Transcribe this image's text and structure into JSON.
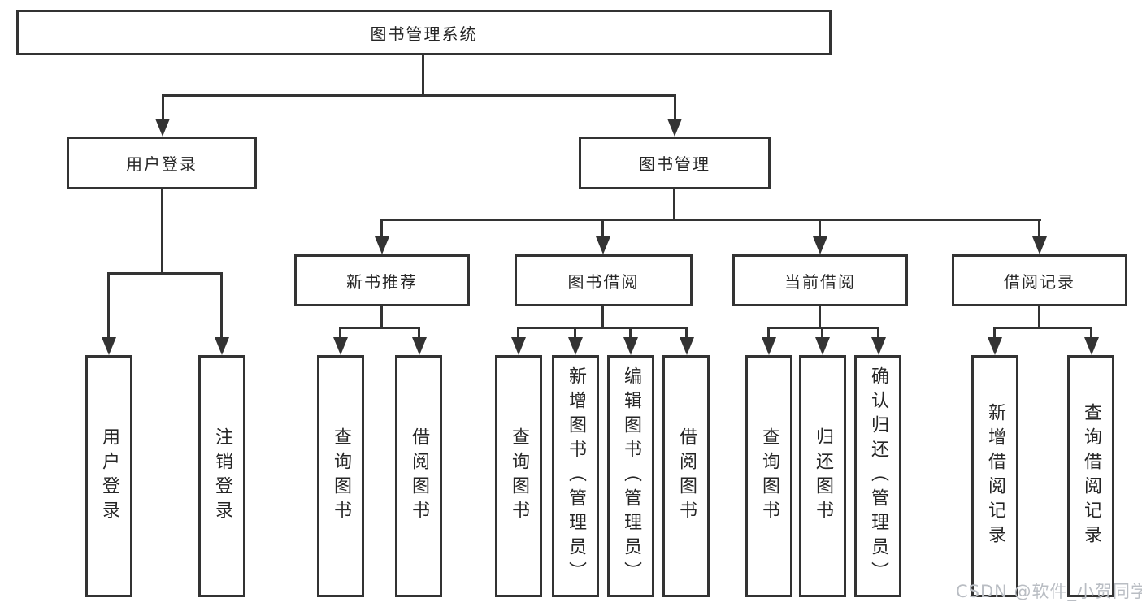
{
  "tree": {
    "label": "图书管理系统",
    "children": [
      {
        "label": "用户登录",
        "children": [
          {
            "label": "用户登录"
          },
          {
            "label": "注销登录"
          }
        ]
      },
      {
        "label": "图书管理",
        "children": [
          {
            "label": "新书推荐",
            "children": [
              {
                "label": "查询图书"
              },
              {
                "label": "借阅图书"
              }
            ]
          },
          {
            "label": "图书借阅",
            "children": [
              {
                "label": "查询图书"
              },
              {
                "label": "新增图书（管理员）"
              },
              {
                "label": "编辑图书（管理员）"
              },
              {
                "label": "借阅图书"
              }
            ]
          },
          {
            "label": "当前借阅",
            "children": [
              {
                "label": "查询图书"
              },
              {
                "label": "归还图书"
              },
              {
                "label": "确认归还（管理员）"
              }
            ]
          },
          {
            "label": "借阅记录",
            "children": [
              {
                "label": "新增借阅记录"
              },
              {
                "label": "查询借阅记录"
              }
            ]
          }
        ]
      }
    ]
  },
  "watermark": {
    "text": "CSDN @软件_小贺同学"
  },
  "colors": {
    "line": "#333333",
    "text": "#262626",
    "watermark_gray": "#b9bdc3",
    "background": "#ffffff"
  }
}
